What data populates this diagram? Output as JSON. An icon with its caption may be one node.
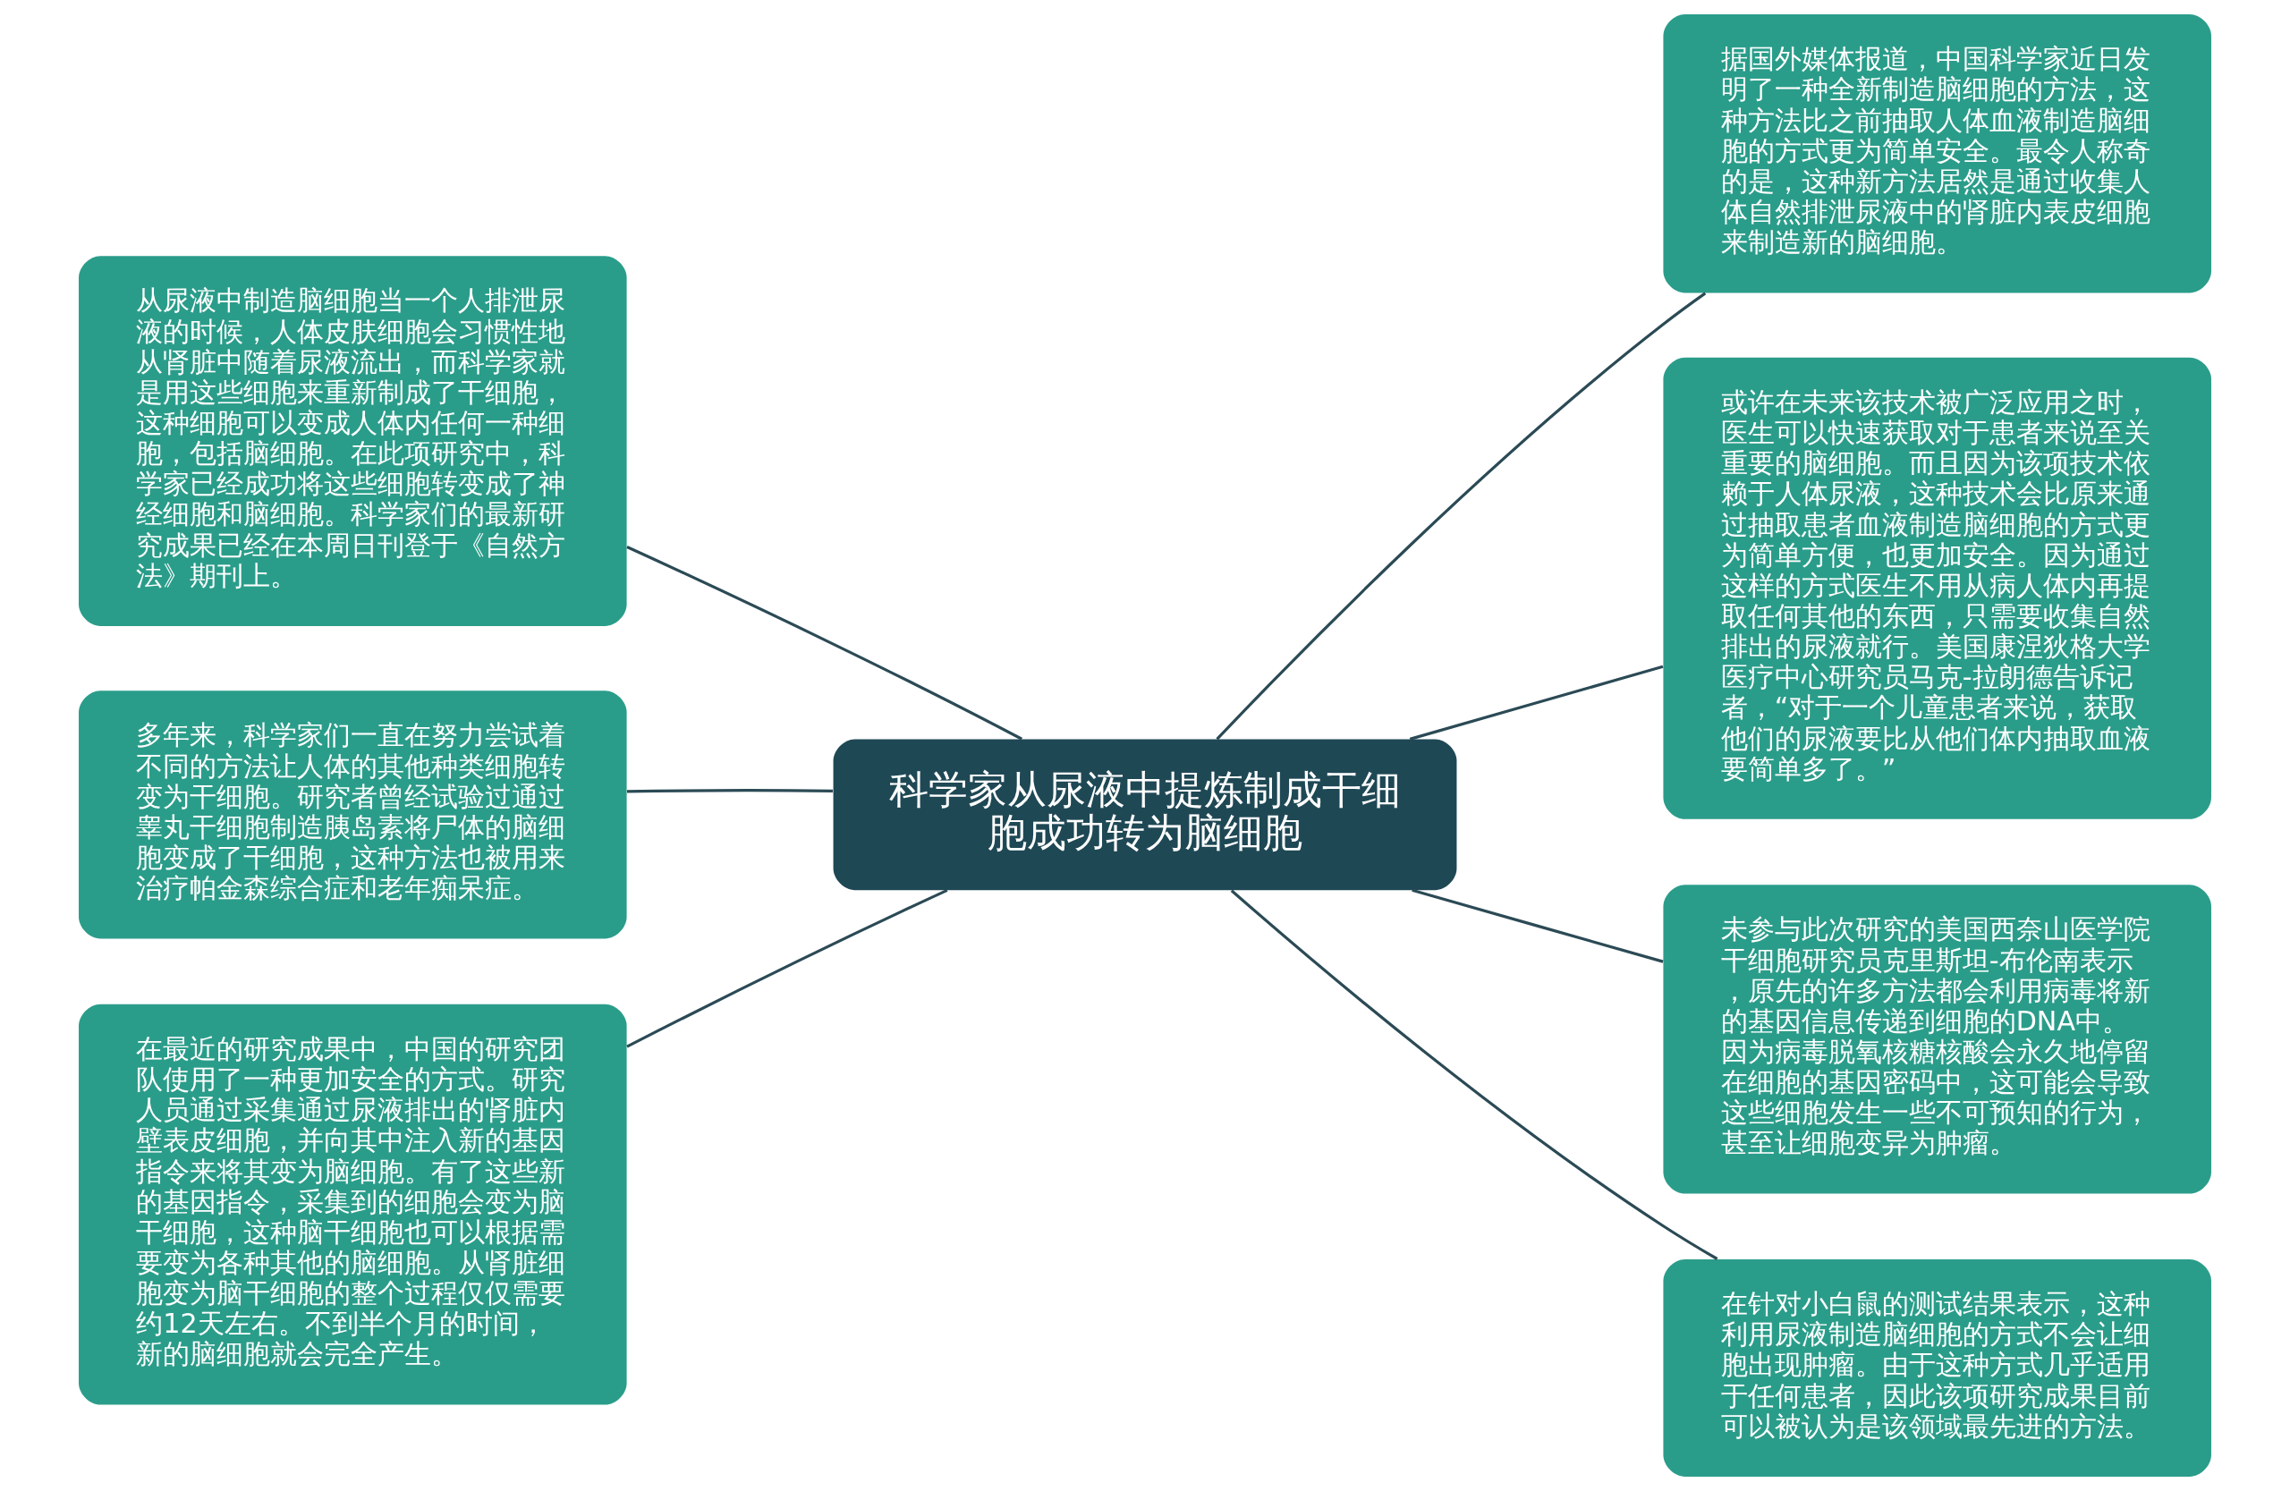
{
  "diagram": {
    "nodes": [
      {
        "text": [
          "科学家从尿液中提炼制成干细胞成功转为脑细胞"
        ]
      },
      {
        "text": [
          "从尿液中制造脑细胞当一个人排泄尿液的时候，人体皮肤细胞会习惯性地从肾脏中随着尿液流出，而科学家就是用这些细胞来重新制成了干细胞，这种细胞可以变成人体内任何一种细胞，包括脑细胞。在此项研究中，科学家已经成功将这些细胞转变成了神经细胞和脑细胞。科学家们的最新研究成果已经在本周日刊登于《自然方法》期刊上。"
        ]
      },
      {
        "text": [
          "多年来，科学家们一直在努力尝试着不同的方法让人体的其他种类细胞转变为干细胞。研究者曾经试验过通过睾丸干细胞制造胰岛素将尸体的脑细胞变成了干细胞，这种方法也被用来治疗帕金森综合症和老年痴呆症。"
        ]
      },
      {
        "text": [
          "在最近的研究成果中，中国的研究团队使用了一种更加安全的方式。研究人员通过采集通过尿液排出的肾脏内壁表皮细胞，并向其中注入新的基因指令来将其变为脑细胞。有了这些新的基因指令，采集到的细胞会变为脑干细胞，这种脑干细胞也可以根据需要变为各种其他的脑细胞。从肾脏细胞变为脑干细胞的整个过程仅仅需要约12天左右。不到半个月的时间，新的脑细胞就会完全产生。"
        ]
      },
      {
        "text": [
          "据国外媒体报道，中国科学家近日发明了一种全新制造脑细胞的方法，这种方法比之前抽取人体血液制造脑细胞的方式更为简单安全。最令人称奇的是，这种新方法居然是通过收集人体自然排泄尿液中的肾脏内表皮细胞来制造新的脑细胞。"
        ]
      },
      {
        "text": [
          "或许在未来该技术被广泛应用之时，医生可以快速获取对于患者来说至关重要的脑细胞。而且因为该项技术依赖于人体尿液，这种技术会比原来通过抽取患者血液制造脑细胞的方式更为简单方便，也更加安全。因为通过这样的方式医生不用从病人体内再提取任何其他的东西，只需要收集自然排出的尿液就行。美国康涅狄格大学医疗中心研究员马克-拉朗德告诉记者，“对于一个儿童患者来说，获取他们的尿液要比从他们体内抽取血液要简单多了。”"
        ]
      },
      {
        "text": [
          "未参与此次研究的美国西奈山医学院干细胞研究员克里斯坦-布伦南表示，原先的许多方法都会利用病毒将新的基因信息传递到细胞的DNA中。因为病毒脱氧核糖核酸会永久地停留在细胞的基因密码中，这可能会导致这些细胞发生一些不可预知的行为，甚至让细胞变异为肿瘤。"
        ]
      },
      {
        "text": [
          "在针对小白鼠的测试结果表示，这种利用尿液制造脑细胞的方式不会让细胞出现肿瘤。由于这种方式几乎适用于任何患者，因此该项研究成果目前可以被认为是该领域最先进的方法。"
        ]
      }
    ],
    "edges": [
      {
        "from": 0,
        "to": 1,
        "arrow": "none"
      },
      {
        "from": 0,
        "to": 2,
        "arrow": "none"
      },
      {
        "from": 0,
        "to": 3,
        "arrow": "none"
      },
      {
        "from": 0,
        "to": 4,
        "arrow": "none"
      },
      {
        "from": 0,
        "to": 5,
        "arrow": "none"
      },
      {
        "from": 0,
        "to": 6,
        "arrow": "none"
      },
      {
        "from": 0,
        "to": 7,
        "arrow": "none"
      }
    ]
  }
}
